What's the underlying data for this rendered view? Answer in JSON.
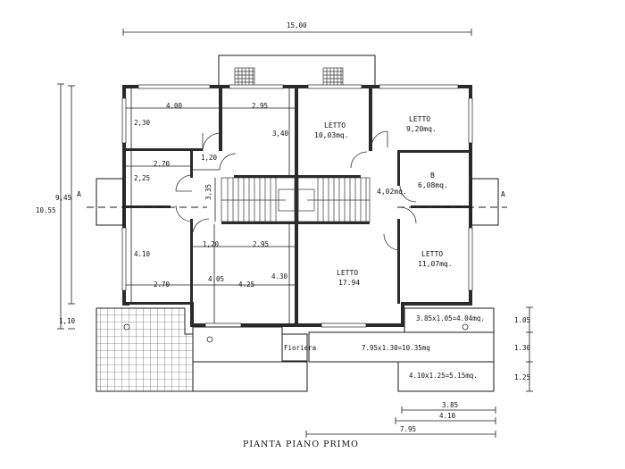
{
  "title": "PIANTA PIANO PRIMO",
  "dims": {
    "top_total": "15,00",
    "left_outer": "10.55",
    "left_inner": "9,45",
    "left_bottom": "1,10",
    "right_a": "1.05",
    "right_b": "1.30",
    "right_c": "1.25",
    "bottom_a": "3.85",
    "bottom_b": "4.10",
    "bottom_c": "7.95"
  },
  "room_dims": [
    "4.00",
    "2.95",
    "2,30",
    "3,40",
    "2.70",
    "1,20",
    "2,25",
    "3,35",
    "4.10",
    "1,20",
    "2.95",
    "4.05",
    "4.30",
    "2.70",
    "4.25"
  ],
  "rooms": {
    "letto_1_name": "LETTO",
    "letto_1_area": "10,03mq.",
    "letto_2_name": "LETTO",
    "letto_2_area": "9,20mq.",
    "bath_name": "B",
    "bath_area": "6,08mq.",
    "hall_area": "4,02mq.",
    "letto_3_name": "LETTO",
    "letto_3_area": "11,07mq.",
    "letto_4_name": "LETTO",
    "letto_4_area": "17.94"
  },
  "balconies": {
    "b1": "3.85x1.05=4.04mq.",
    "b2": "7.95x1.30=10.35mq",
    "b3": "4.10x1.25=5.15mq.",
    "planter": "Fioriera"
  },
  "section_marks": [
    "A",
    "A"
  ]
}
